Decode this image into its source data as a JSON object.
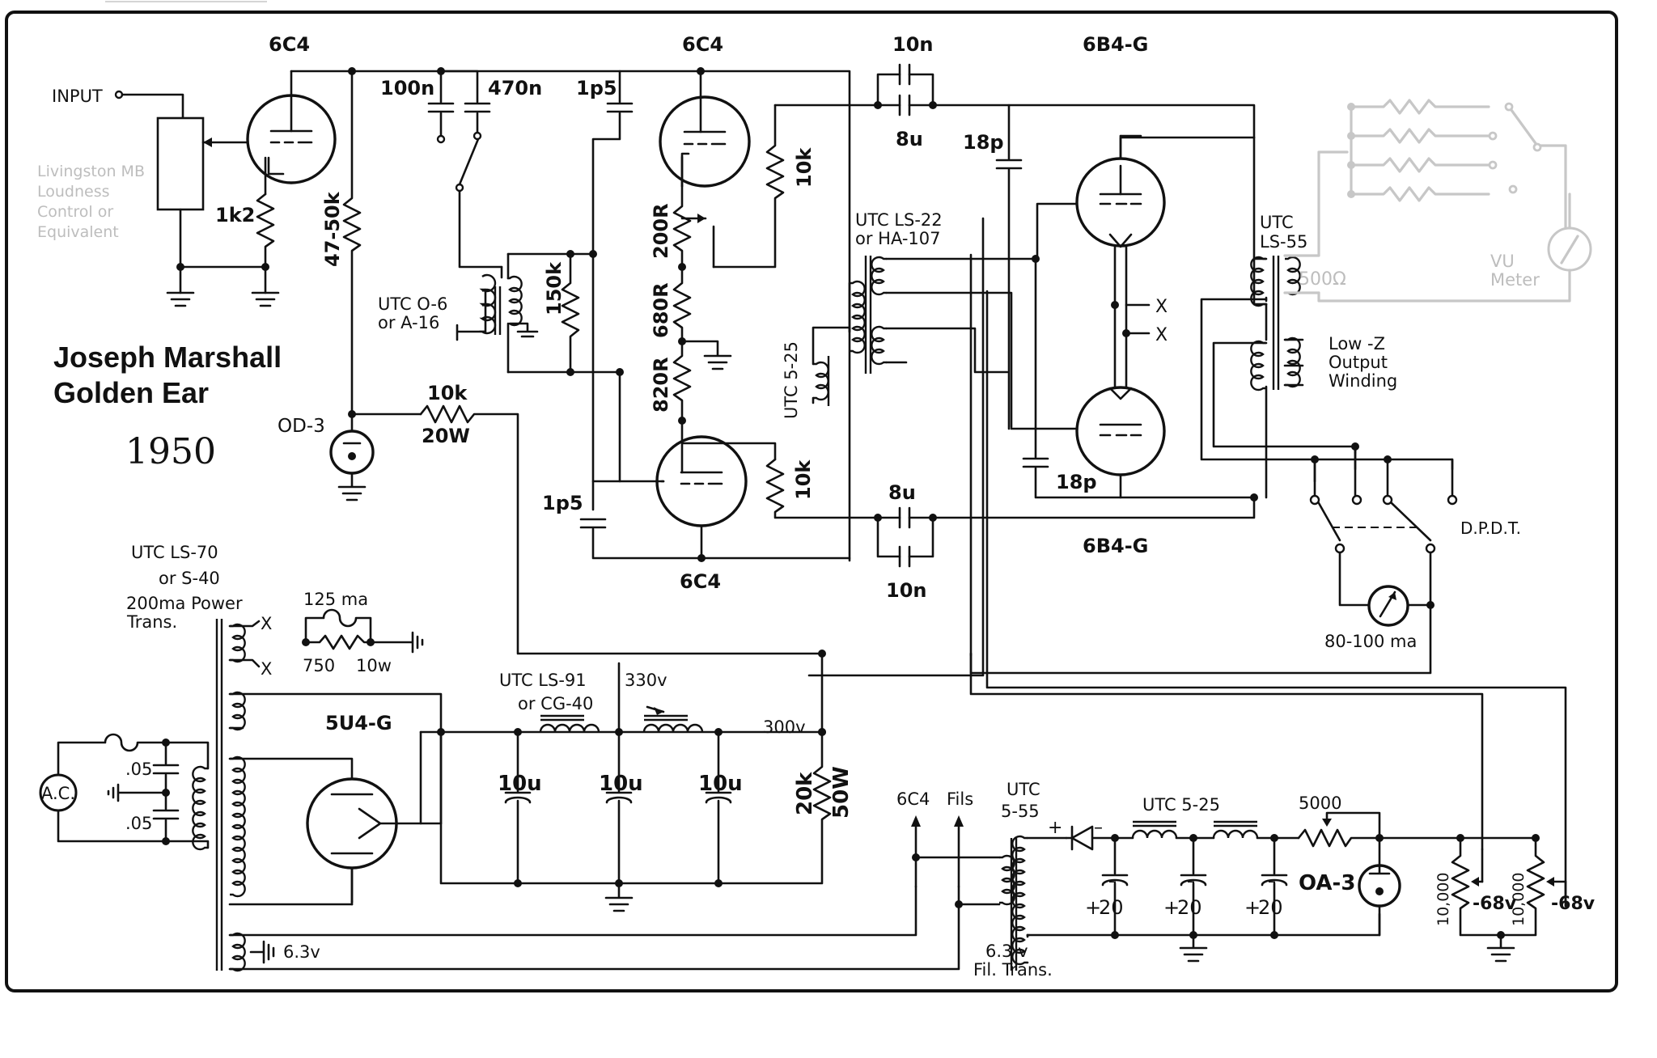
{
  "title": {
    "line1": "Joseph Marshall",
    "line2": "Golden Ear",
    "year": "1950"
  },
  "control_note": {
    "line1": "Livingston MB",
    "line2": "Loudness",
    "line3": "Control  or",
    "line4": "Equivalent"
  },
  "input": {
    "label": "INPUT"
  },
  "tubes": {
    "v1": "6C4",
    "v2": "6C4",
    "v3": "6C4",
    "out_top": "6B4-G",
    "out_bottom": "6B4-G",
    "rect": "5U4-G",
    "vr1": "OD-3",
    "vr2": "OA-3"
  },
  "components": {
    "r_1k2": "1k2",
    "r_4750k": "47-50k",
    "c_100n": "100n",
    "c_470n": "470n",
    "c_1p5_top": "1p5",
    "c_1p5_bot": "1p5",
    "c_10n_top": "10n",
    "c_8u_top": "8u",
    "c_8u_bot": "8u",
    "c_10n_bot": "10n",
    "c_18p_top": "18p",
    "c_18p_bot": "18p",
    "r_10k_a": "10k",
    "r_10k_b": "10k",
    "r_200r": "200R",
    "r_680r": "680R",
    "r_820r": "820R",
    "r_150k": "150k",
    "r_10k_20w_a": "10k",
    "r_10k_20w_b": "20W",
    "r_20k": "20k",
    "r_50w": "50W",
    "c_10u_1": "10u",
    "c_10u_2": "10u",
    "c_10u_3": "10u",
    "r_750": "750",
    "r_10w": "10w",
    "fuse_125": "125 ma",
    "cap_05_a": ".05",
    "cap_05_b": ".05",
    "c_20_1": "20",
    "c_20_2": "20",
    "c_20_3": "20",
    "r_5000": "5000",
    "pot_a": "10,000",
    "pot_b": "10,000",
    "v_68_a": "-68v",
    "v_68_b": "-68v",
    "meter_label": "80-100 ma",
    "x1": "X",
    "x2": "X",
    "x3": "X",
    "x4": "X"
  },
  "transformers": {
    "utc_o6": {
      "line1": "UTC O-6",
      "line2": "or A-16"
    },
    "utc_525_a": "UTC 5-25",
    "utc_ls22": {
      "line1": "UTC LS-22",
      "line2": "or HA-107"
    },
    "utc_ls55": {
      "line1": "UTC",
      "line2": "LS-55"
    },
    "ohm_500": "500Ω",
    "low_z": {
      "line1": "Low -Z",
      "line2": "Output",
      "line3": "Winding"
    },
    "vu_meter": {
      "line1": "VU",
      "line2": "Meter"
    },
    "power": {
      "line1": "UTC LS-70",
      "line2": "or S-40",
      "line3": "200ma Power",
      "line4": "Trans."
    },
    "choke_ls91": {
      "line1": "UTC  LS-91",
      "line2": "or CG-40"
    },
    "v330": "330v",
    "v300": "300v",
    "v63": "6.3v",
    "ac": "A.C.",
    "fil": {
      "label_6c4": "6C4",
      "label_fils": "Fils"
    },
    "utc_555": {
      "line1": "UTC",
      "line2": "5-55"
    },
    "utc_525_b": "UTC  5-25",
    "fil_trans": {
      "line1": "6.3 v",
      "line2": "Fil. Trans."
    },
    "dpdt": "D.P.D.T."
  }
}
